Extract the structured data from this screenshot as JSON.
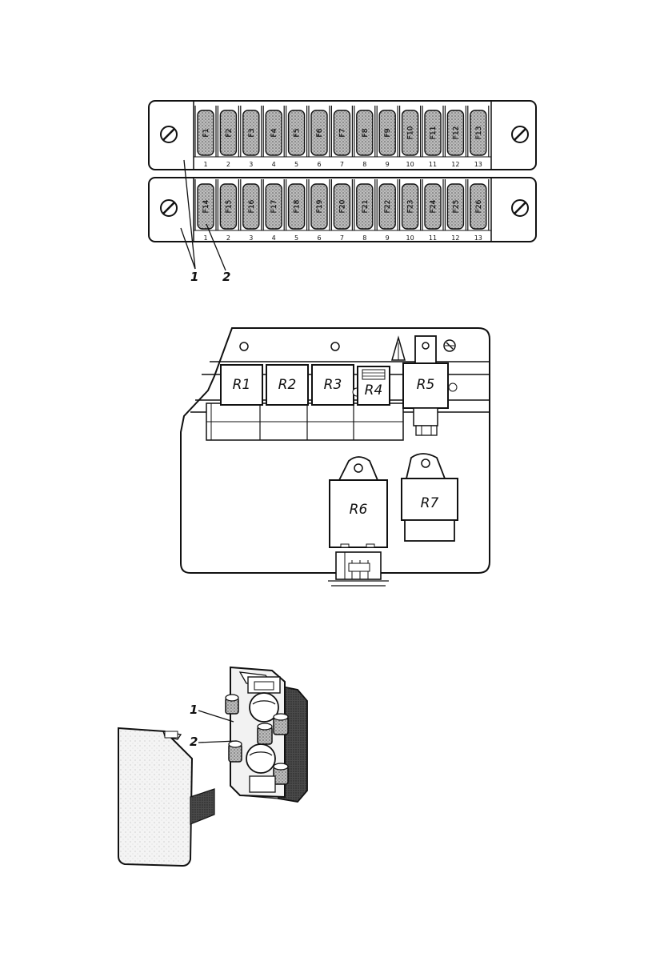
{
  "colors": {
    "ink": "#111111",
    "paper": "#ffffff",
    "stipple": "#7a7a7a"
  },
  "fuse_block": {
    "top_row_fuses": [
      "F1",
      "F2",
      "F3",
      "F4",
      "F5",
      "F6",
      "F7",
      "F8",
      "F9",
      "F10",
      "F11",
      "F12",
      "F13"
    ],
    "bottom_row_fuses": [
      "F14",
      "F15",
      "F16",
      "F17",
      "F18",
      "F19",
      "F20",
      "F21",
      "F22",
      "F23",
      "F24",
      "F25",
      "F26"
    ],
    "slot_numbers": [
      "1",
      "2",
      "3",
      "4",
      "5",
      "6",
      "7",
      "8",
      "9",
      "10",
      "11",
      "12",
      "13"
    ],
    "callouts": [
      "1",
      "2"
    ]
  },
  "relay_panel": {
    "relays": [
      "R1",
      "R2",
      "R3",
      "R4",
      "R5",
      "R6",
      "R7"
    ]
  },
  "fuse_holder": {
    "callouts": [
      "1",
      "2"
    ]
  }
}
